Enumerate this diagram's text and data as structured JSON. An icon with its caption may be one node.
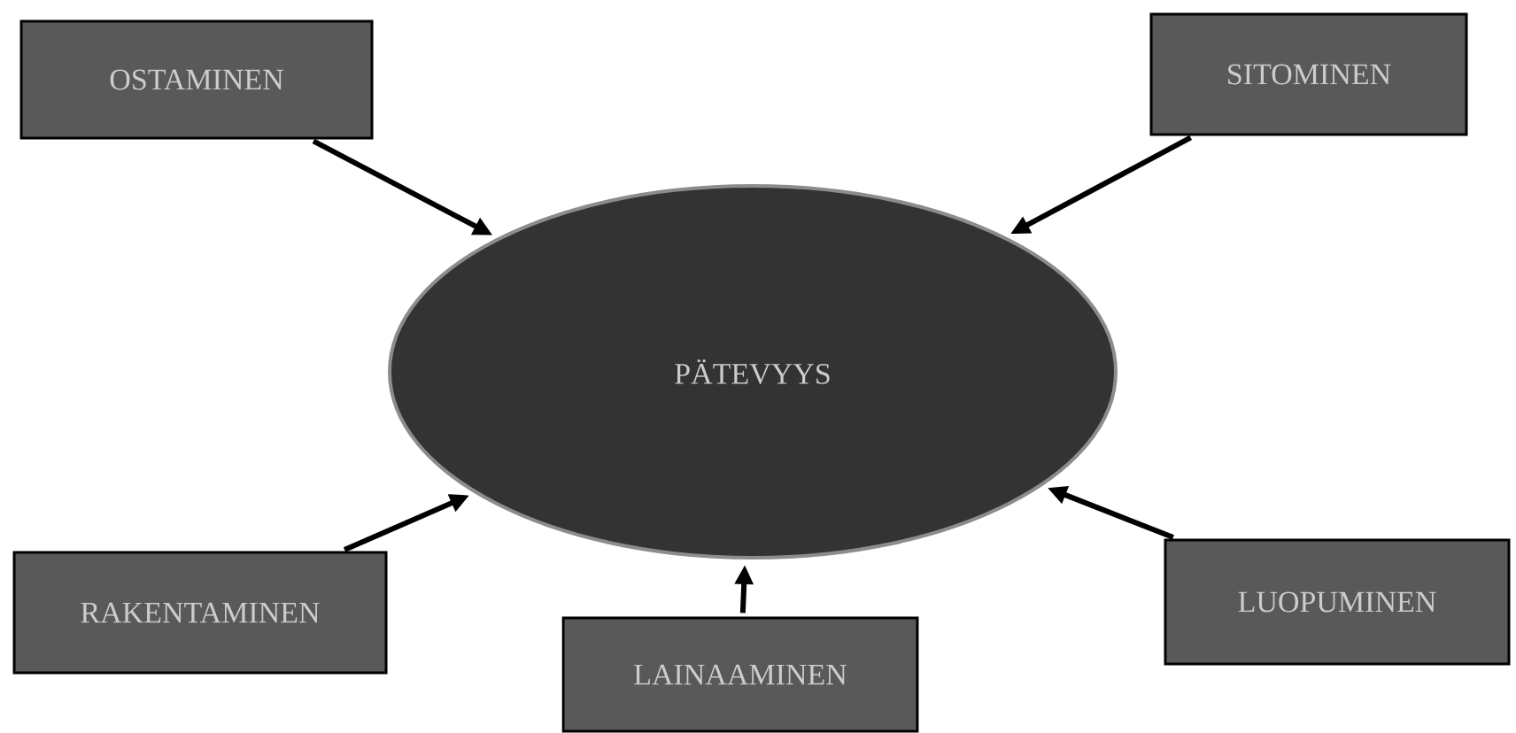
{
  "diagram": {
    "nodes": [
      {
        "text": [
          "OSTAMINEN"
        ]
      },
      {
        "text": [
          "SITOMINEN"
        ]
      },
      {
        "text": [
          "PÄTEVYYS"
        ]
      },
      {
        "text": [
          "RAKENTAMINEN"
        ]
      },
      {
        "text": [
          "LAINAAMINEN"
        ]
      },
      {
        "text": [
          "LUOPUMINEN"
        ]
      }
    ],
    "edges": [
      {
        "from": 0,
        "to": 2,
        "arrow": "to"
      },
      {
        "from": 1,
        "to": 2,
        "arrow": "to"
      },
      {
        "from": 3,
        "to": 2,
        "arrow": "to"
      },
      {
        "from": 4,
        "to": 2,
        "arrow": "to"
      },
      {
        "from": 5,
        "to": 2,
        "arrow": "to"
      }
    ]
  }
}
